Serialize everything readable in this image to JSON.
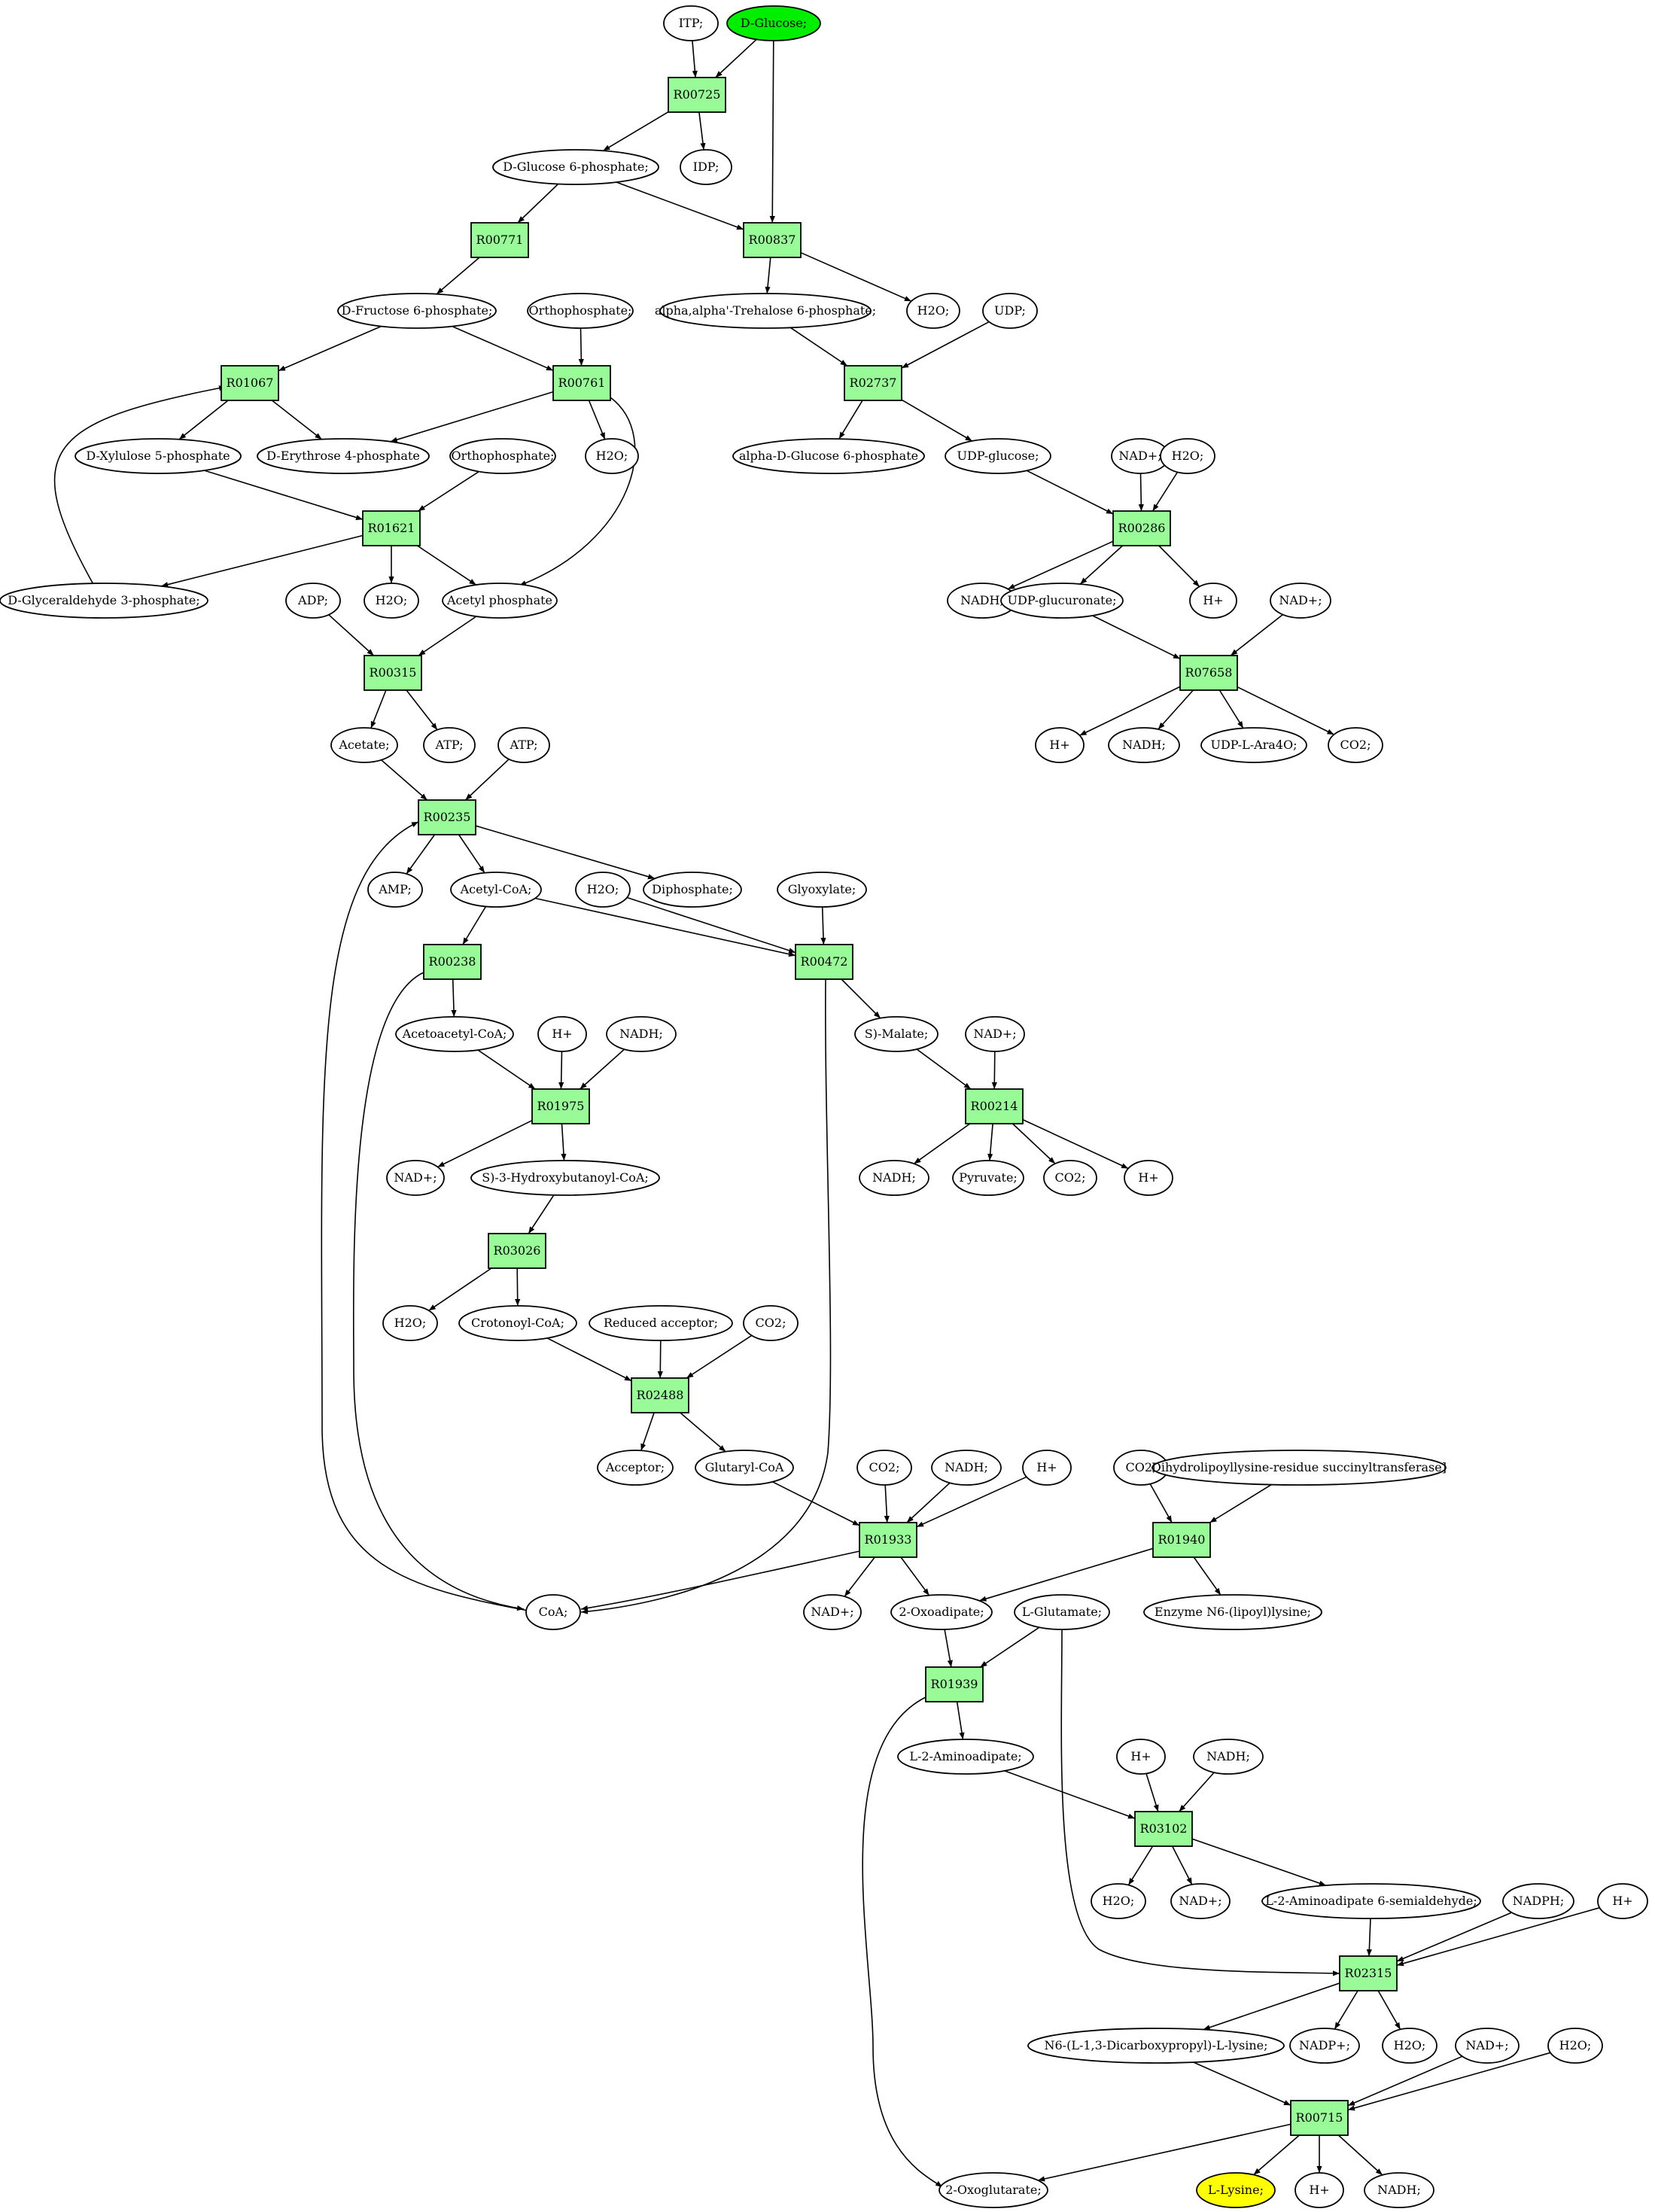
{
  "nodes": [
    {
      "id": "itp1",
      "label": "ITP;",
      "kind": "metabolite"
    },
    {
      "id": "glc",
      "label": "D-Glucose;",
      "kind": "metabolite",
      "role": "start",
      "fill": "#00ee00"
    },
    {
      "id": "R00725",
      "label": "R00725",
      "kind": "reaction"
    },
    {
      "id": "g6p",
      "label": "D-Glucose 6-phosphate;",
      "kind": "metabolite"
    },
    {
      "id": "idp",
      "label": "IDP;",
      "kind": "metabolite"
    },
    {
      "id": "R00771",
      "label": "R00771",
      "kind": "reaction"
    },
    {
      "id": "R00837",
      "label": "R00837",
      "kind": "reaction"
    },
    {
      "id": "f6p",
      "label": "D-Fructose 6-phosphate;",
      "kind": "metabolite"
    },
    {
      "id": "pi1",
      "label": "Orthophosphate;",
      "kind": "metabolite"
    },
    {
      "id": "tre6p",
      "label": "alpha,alpha'-Trehalose 6-phosphate;",
      "kind": "metabolite"
    },
    {
      "id": "h2o_a",
      "label": "H2O;",
      "kind": "metabolite"
    },
    {
      "id": "udp",
      "label": "UDP;",
      "kind": "metabolite"
    },
    {
      "id": "R01067",
      "label": "R01067",
      "kind": "reaction"
    },
    {
      "id": "R00761",
      "label": "R00761",
      "kind": "reaction"
    },
    {
      "id": "R02737",
      "label": "R02737",
      "kind": "reaction"
    },
    {
      "id": "xu5p",
      "label": "D-Xylulose 5-phosphate",
      "kind": "metabolite"
    },
    {
      "id": "e4p",
      "label": "D-Erythrose 4-phosphate",
      "kind": "metabolite"
    },
    {
      "id": "pi2",
      "label": "Orthophosphate;",
      "kind": "metabolite"
    },
    {
      "id": "h2o_b",
      "label": "H2O;",
      "kind": "metabolite"
    },
    {
      "id": "adg6p",
      "label": "alpha-D-Glucose 6-phosphate",
      "kind": "metabolite"
    },
    {
      "id": "udpglc",
      "label": "UDP-glucose;",
      "kind": "metabolite"
    },
    {
      "id": "nad_a",
      "label": "NAD+;",
      "kind": "metabolite"
    },
    {
      "id": "h2o_c",
      "label": "H2O;",
      "kind": "metabolite"
    },
    {
      "id": "R01621",
      "label": "R01621",
      "kind": "reaction"
    },
    {
      "id": "R00286",
      "label": "R00286",
      "kind": "reaction"
    },
    {
      "id": "gap",
      "label": "D-Glyceraldehyde 3-phosphate;",
      "kind": "metabolite"
    },
    {
      "id": "adp",
      "label": "ADP;",
      "kind": "metabolite"
    },
    {
      "id": "h2o_d",
      "label": "H2O;",
      "kind": "metabolite"
    },
    {
      "id": "acp",
      "label": "Acetyl phosphate",
      "kind": "metabolite"
    },
    {
      "id": "nadh_a",
      "label": "NADH;",
      "kind": "metabolite"
    },
    {
      "id": "udpglcur",
      "label": "UDP-glucuronate;",
      "kind": "metabolite"
    },
    {
      "id": "h_a",
      "label": "H+",
      "kind": "metabolite"
    },
    {
      "id": "nad_b",
      "label": "NAD+;",
      "kind": "metabolite"
    },
    {
      "id": "R00315",
      "label": "R00315",
      "kind": "reaction"
    },
    {
      "id": "R07658",
      "label": "R07658",
      "kind": "reaction"
    },
    {
      "id": "acetate",
      "label": "Acetate;",
      "kind": "metabolite"
    },
    {
      "id": "atp_a",
      "label": "ATP;",
      "kind": "metabolite"
    },
    {
      "id": "atp_b",
      "label": "ATP;",
      "kind": "metabolite"
    },
    {
      "id": "h_b",
      "label": "H+",
      "kind": "metabolite"
    },
    {
      "id": "nadh_b",
      "label": "NADH;",
      "kind": "metabolite"
    },
    {
      "id": "udpara",
      "label": "UDP-L-Ara4O;",
      "kind": "metabolite"
    },
    {
      "id": "co2_a",
      "label": "CO2;",
      "kind": "metabolite"
    },
    {
      "id": "R00235",
      "label": "R00235",
      "kind": "reaction"
    },
    {
      "id": "amp",
      "label": "AMP;",
      "kind": "metabolite"
    },
    {
      "id": "accoa",
      "label": "Acetyl-CoA;",
      "kind": "metabolite"
    },
    {
      "id": "h2o_e",
      "label": "H2O;",
      "kind": "metabolite"
    },
    {
      "id": "ppi",
      "label": "Diphosphate;",
      "kind": "metabolite"
    },
    {
      "id": "glyox",
      "label": "Glyoxylate;",
      "kind": "metabolite"
    },
    {
      "id": "R00238",
      "label": "R00238",
      "kind": "reaction"
    },
    {
      "id": "R00472",
      "label": "R00472",
      "kind": "reaction"
    },
    {
      "id": "aacoa",
      "label": "Acetoacetyl-CoA;",
      "kind": "metabolite"
    },
    {
      "id": "h_c",
      "label": "H+",
      "kind": "metabolite"
    },
    {
      "id": "nadh_c",
      "label": "NADH;",
      "kind": "metabolite"
    },
    {
      "id": "smal",
      "label": "S)-Malate;",
      "kind": "metabolite"
    },
    {
      "id": "nad_c",
      "label": "NAD+;",
      "kind": "metabolite"
    },
    {
      "id": "R01975",
      "label": "R01975",
      "kind": "reaction"
    },
    {
      "id": "R00214",
      "label": "R00214",
      "kind": "reaction"
    },
    {
      "id": "nad_d",
      "label": "NAD+;",
      "kind": "metabolite"
    },
    {
      "id": "hbcoa",
      "label": "S)-3-Hydroxybutanoyl-CoA;",
      "kind": "metabolite"
    },
    {
      "id": "nadh_d",
      "label": "NADH;",
      "kind": "metabolite"
    },
    {
      "id": "pyr",
      "label": "Pyruvate;",
      "kind": "metabolite"
    },
    {
      "id": "co2_b",
      "label": "CO2;",
      "kind": "metabolite"
    },
    {
      "id": "h_d",
      "label": "H+",
      "kind": "metabolite"
    },
    {
      "id": "R03026",
      "label": "R03026",
      "kind": "reaction"
    },
    {
      "id": "h2o_f",
      "label": "H2O;",
      "kind": "metabolite"
    },
    {
      "id": "crot",
      "label": "Crotonoyl-CoA;",
      "kind": "metabolite"
    },
    {
      "id": "redacc",
      "label": "Reduced acceptor;",
      "kind": "metabolite"
    },
    {
      "id": "co2_c",
      "label": "CO2;",
      "kind": "metabolite"
    },
    {
      "id": "R02488",
      "label": "R02488",
      "kind": "reaction"
    },
    {
      "id": "acc",
      "label": "Acceptor;",
      "kind": "metabolite"
    },
    {
      "id": "glutcoa",
      "label": "Glutaryl-CoA",
      "kind": "metabolite"
    },
    {
      "id": "co2_d",
      "label": "CO2;",
      "kind": "metabolite"
    },
    {
      "id": "nadh_e",
      "label": "NADH;",
      "kind": "metabolite"
    },
    {
      "id": "h_e",
      "label": "H+",
      "kind": "metabolite"
    },
    {
      "id": "co2_e",
      "label": "CO2;",
      "kind": "metabolite"
    },
    {
      "id": "dhlst",
      "label": "Dihydrolipoyllysine-residue succinyltransferase]",
      "kind": "metabolite"
    },
    {
      "id": "R01933",
      "label": "R01933",
      "kind": "reaction"
    },
    {
      "id": "R01940",
      "label": "R01940",
      "kind": "reaction"
    },
    {
      "id": "coa",
      "label": "CoA;",
      "kind": "metabolite"
    },
    {
      "id": "nad_e",
      "label": "NAD+;",
      "kind": "metabolite"
    },
    {
      "id": "oxoad",
      "label": "2-Oxoadipate;",
      "kind": "metabolite"
    },
    {
      "id": "lglu",
      "label": "L-Glutamate;",
      "kind": "metabolite"
    },
    {
      "id": "lipoyl",
      "label": "Enzyme N6-(lipoyl)lysine;",
      "kind": "metabolite"
    },
    {
      "id": "R01939",
      "label": "R01939",
      "kind": "reaction"
    },
    {
      "id": "l2aa",
      "label": "L-2-Aminoadipate;",
      "kind": "metabolite"
    },
    {
      "id": "h_f",
      "label": "H+",
      "kind": "metabolite"
    },
    {
      "id": "nadh_f",
      "label": "NADH;",
      "kind": "metabolite"
    },
    {
      "id": "R03102",
      "label": "R03102",
      "kind": "reaction"
    },
    {
      "id": "h2o_g",
      "label": "H2O;",
      "kind": "metabolite"
    },
    {
      "id": "nad_f",
      "label": "NAD+;",
      "kind": "metabolite"
    },
    {
      "id": "l2aasa",
      "label": "L-2-Aminoadipate 6-semialdehyde;",
      "kind": "metabolite"
    },
    {
      "id": "nadph",
      "label": "NADPH;",
      "kind": "metabolite"
    },
    {
      "id": "h_g",
      "label": "H+",
      "kind": "metabolite"
    },
    {
      "id": "R02315",
      "label": "R02315",
      "kind": "reaction"
    },
    {
      "id": "saccharopine",
      "label": "N6-(L-1,3-Dicarboxypropyl)-L-lysine;",
      "kind": "metabolite"
    },
    {
      "id": "nadp",
      "label": "NADP+;",
      "kind": "metabolite"
    },
    {
      "id": "h2o_h",
      "label": "H2O;",
      "kind": "metabolite"
    },
    {
      "id": "nad_g",
      "label": "NAD+;",
      "kind": "metabolite"
    },
    {
      "id": "h2o_i",
      "label": "H2O;",
      "kind": "metabolite"
    },
    {
      "id": "R00715",
      "label": "R00715",
      "kind": "reaction"
    },
    {
      "id": "oxoglut",
      "label": "2-Oxoglutarate;",
      "kind": "metabolite"
    },
    {
      "id": "llys",
      "label": "L-Lysine;",
      "kind": "metabolite",
      "role": "target",
      "fill": "#ffff00"
    },
    {
      "id": "h_h",
      "label": "H+",
      "kind": "metabolite"
    },
    {
      "id": "nadh_g",
      "label": "NADH;",
      "kind": "metabolite"
    }
  ],
  "edges": [
    [
      "itp1",
      "R00725"
    ],
    [
      "glc",
      "R00725"
    ],
    [
      "glc",
      "R00837"
    ],
    [
      "R00725",
      "g6p"
    ],
    [
      "R00725",
      "idp"
    ],
    [
      "g6p",
      "R00771"
    ],
    [
      "g6p",
      "R00837"
    ],
    [
      "R00771",
      "f6p"
    ],
    [
      "R00837",
      "tre6p"
    ],
    [
      "R00837",
      "h2o_a"
    ],
    [
      "f6p",
      "R01067"
    ],
    [
      "f6p",
      "R00761"
    ],
    [
      "pi1",
      "R00761"
    ],
    [
      "tre6p",
      "R02737"
    ],
    [
      "udp",
      "R02737"
    ],
    [
      "R01067",
      "xu5p"
    ],
    [
      "R01067",
      "e4p"
    ],
    [
      "R00761",
      "e4p"
    ],
    [
      "R00761",
      "h2o_b"
    ],
    [
      "R00761",
      "acp"
    ],
    [
      "R02737",
      "adg6p"
    ],
    [
      "R02737",
      "udpglc"
    ],
    [
      "xu5p",
      "R01621"
    ],
    [
      "pi2",
      "R01621"
    ],
    [
      "gap",
      "R01067"
    ],
    [
      "udpglc",
      "R00286"
    ],
    [
      "nad_a",
      "R00286"
    ],
    [
      "h2o_c",
      "R00286"
    ],
    [
      "R01621",
      "gap"
    ],
    [
      "R01621",
      "h2o_d"
    ],
    [
      "R01621",
      "acp"
    ],
    [
      "R00286",
      "nadh_a"
    ],
    [
      "R00286",
      "udpglcur"
    ],
    [
      "R00286",
      "h_a"
    ],
    [
      "adp",
      "R00315"
    ],
    [
      "acp",
      "R00315"
    ],
    [
      "udpglcur",
      "R07658"
    ],
    [
      "nad_b",
      "R07658"
    ],
    [
      "R00315",
      "acetate"
    ],
    [
      "R00315",
      "atp_a"
    ],
    [
      "R07658",
      "h_b"
    ],
    [
      "R07658",
      "nadh_b"
    ],
    [
      "R07658",
      "udpara"
    ],
    [
      "R07658",
      "co2_a"
    ],
    [
      "acetate",
      "R00235"
    ],
    [
      "atp_b",
      "R00235"
    ],
    [
      "coa",
      "R00235"
    ],
    [
      "R00235",
      "amp"
    ],
    [
      "R00235",
      "accoa"
    ],
    [
      "R00235",
      "ppi"
    ],
    [
      "accoa",
      "R00238"
    ],
    [
      "accoa",
      "R00472"
    ],
    [
      "h2o_e",
      "R00472"
    ],
    [
      "glyox",
      "R00472"
    ],
    [
      "R00238",
      "aacoa"
    ],
    [
      "R00238",
      "coa"
    ],
    [
      "R00472",
      "smal"
    ],
    [
      "R00472",
      "coa"
    ],
    [
      "aacoa",
      "R01975"
    ],
    [
      "h_c",
      "R01975"
    ],
    [
      "nadh_c",
      "R01975"
    ],
    [
      "smal",
      "R00214"
    ],
    [
      "nad_c",
      "R00214"
    ],
    [
      "R01975",
      "nad_d"
    ],
    [
      "R01975",
      "hbcoa"
    ],
    [
      "R00214",
      "nadh_d"
    ],
    [
      "R00214",
      "pyr"
    ],
    [
      "R00214",
      "co2_b"
    ],
    [
      "R00214",
      "h_d"
    ],
    [
      "hbcoa",
      "R03026"
    ],
    [
      "R03026",
      "h2o_f"
    ],
    [
      "R03026",
      "crot"
    ],
    [
      "crot",
      "R02488"
    ],
    [
      "redacc",
      "R02488"
    ],
    [
      "co2_c",
      "R02488"
    ],
    [
      "R02488",
      "acc"
    ],
    [
      "R02488",
      "glutcoa"
    ],
    [
      "glutcoa",
      "R01933"
    ],
    [
      "co2_d",
      "R01933"
    ],
    [
      "nadh_e",
      "R01933"
    ],
    [
      "h_e",
      "R01933"
    ],
    [
      "co2_e",
      "R01940"
    ],
    [
      "dhlst",
      "R01940"
    ],
    [
      "R01933",
      "coa"
    ],
    [
      "R01933",
      "nad_e"
    ],
    [
      "R01933",
      "oxoad"
    ],
    [
      "R01940",
      "oxoad"
    ],
    [
      "R01940",
      "lipoyl"
    ],
    [
      "oxoad",
      "R01939"
    ],
    [
      "lglu",
      "R01939"
    ],
    [
      "lglu",
      "R02315"
    ],
    [
      "R01939",
      "l2aa"
    ],
    [
      "R01939",
      "oxoglut"
    ],
    [
      "l2aa",
      "R03102"
    ],
    [
      "h_f",
      "R03102"
    ],
    [
      "nadh_f",
      "R03102"
    ],
    [
      "R03102",
      "h2o_g"
    ],
    [
      "R03102",
      "nad_f"
    ],
    [
      "R03102",
      "l2aasa"
    ],
    [
      "l2aasa",
      "R02315"
    ],
    [
      "nadph",
      "R02315"
    ],
    [
      "h_g",
      "R02315"
    ],
    [
      "R02315",
      "saccharopine"
    ],
    [
      "R02315",
      "nadp"
    ],
    [
      "R02315",
      "h2o_h"
    ],
    [
      "saccharopine",
      "R00715"
    ],
    [
      "nad_g",
      "R00715"
    ],
    [
      "h2o_i",
      "R00715"
    ],
    [
      "R00715",
      "oxoglut"
    ],
    [
      "R00715",
      "llys"
    ],
    [
      "R00715",
      "h_h"
    ],
    [
      "R00715",
      "nadh_g"
    ]
  ]
}
